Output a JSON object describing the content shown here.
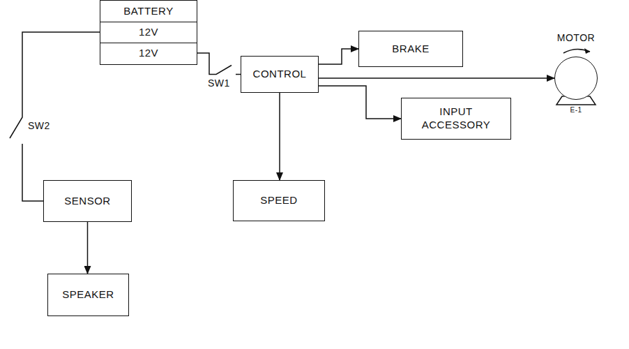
{
  "diagram": {
    "nodes": [
      {
        "text": [
          "BATTERY"
        ]
      },
      {
        "text": [
          "12V"
        ],
        "in": 0
      },
      {
        "text": [
          "12V"
        ],
        "in": 0
      },
      {
        "text": [
          "CONTROL"
        ]
      },
      {
        "text": [
          "BRAKE"
        ]
      },
      {
        "text": [
          "INPUT ACCESSORY"
        ]
      },
      {
        "text": [
          "MOTOR",
          "E-1"
        ]
      },
      {
        "text": [
          "SENSOR"
        ]
      },
      {
        "text": [
          "SPEED"
        ]
      },
      {
        "text": [
          "SPEAKER"
        ]
      }
    ],
    "edges": [
      {
        "from": 2,
        "to": 3,
        "arrow": "none",
        "label": "SW1"
      },
      {
        "from": 1,
        "to": 7,
        "arrow": "none",
        "label": "SW2"
      },
      {
        "from": 3,
        "to": 4,
        "arrow": "to"
      },
      {
        "from": 3,
        "to": 6,
        "arrow": "to"
      },
      {
        "from": 3,
        "to": 5,
        "arrow": "to"
      },
      {
        "from": 3,
        "to": 8,
        "arrow": "to"
      },
      {
        "from": 7,
        "to": 9,
        "arrow": "to"
      }
    ]
  }
}
